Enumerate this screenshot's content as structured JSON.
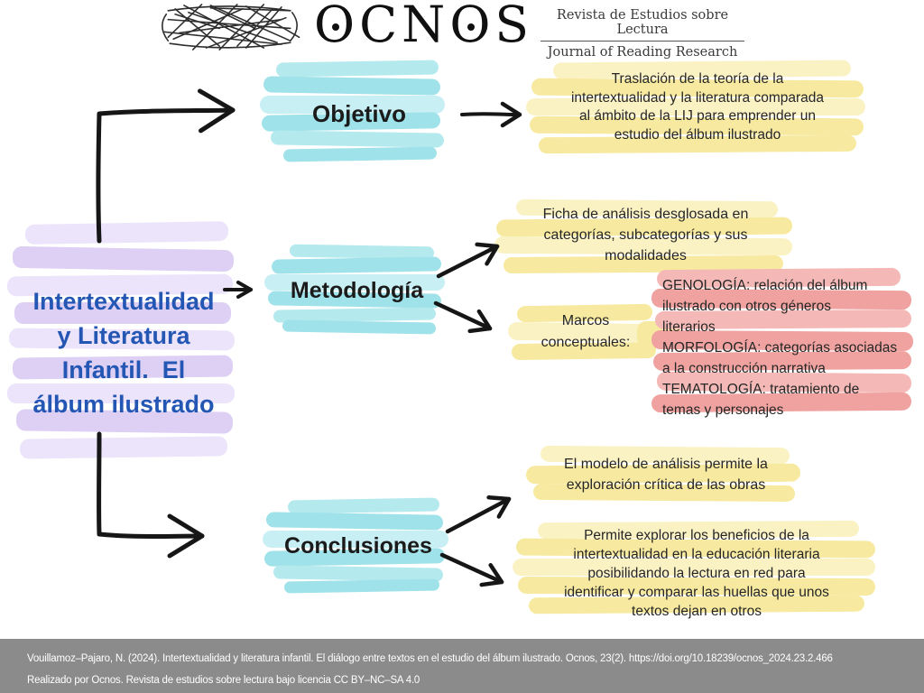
{
  "header": {
    "logo_parts": [
      "O",
      "CN",
      "O",
      "S"
    ],
    "journal_name_es": "Revista de Estudios sobre Lectura",
    "journal_name_en": "Journal of Reading Research"
  },
  "diagram": {
    "title": "Intertextualidad\ny Literatura\nInfantil.  El\nálbum ilustrado",
    "branches": {
      "objetivo": {
        "label": "Objetivo",
        "detail": "Traslación de la teoría de la\nintertextualidad y la literatura comparada\nal ámbito de la LIJ para emprender un\nestudio del álbum ilustrado"
      },
      "metodologia": {
        "label": "Metodología",
        "ficha": "Ficha de análisis desglosada en\ncategorías, subcategorías y sus\nmodalidades",
        "marcos_label": "Marcos\nconceptuales:",
        "marcos_detail": "GENOLOGÍA: relación del álbum\nilustrado con otros géneros\nliterarios\nMORFOLOGÍA: categorías asociadas\na la construcción narrativa\nTEMATOLOGÍA: tratamiento de\ntemas y personajes"
      },
      "conclusiones": {
        "label": "Conclusiones",
        "modelo": "El modelo de análisis permite la\nexploración crítica de las obras",
        "beneficios": "Permite explorar los beneficios de la\nintertextualidad en la educación literaria\nposibilidando la lectura en red para\nidentificar y comparar las huellas que unos\ntextos dejan en otros"
      }
    }
  },
  "footer": {
    "citation": "Vouillamoz–Pajaro, N. (2024). Intertextualidad y literatura infantil. El diálogo entre textos en el estudio del álbum ilustrado. Ocnos, 23(2). https://doi.org/10.18239/ocnos_2024.23.2.466",
    "license": "Realizado por Ocnos. Revista de estudios sobre lectura bajo licencia CC BY–NC–SA 4.0"
  },
  "colors": {
    "highlight_cyan": "#9fe2e9",
    "highlight_purple": "#ddd0f4",
    "highlight_yellow": "#f7eaa0",
    "highlight_pink": "#efa29f",
    "title_blue": "#2456b4",
    "footer_gray": "#8b8b8b"
  }
}
